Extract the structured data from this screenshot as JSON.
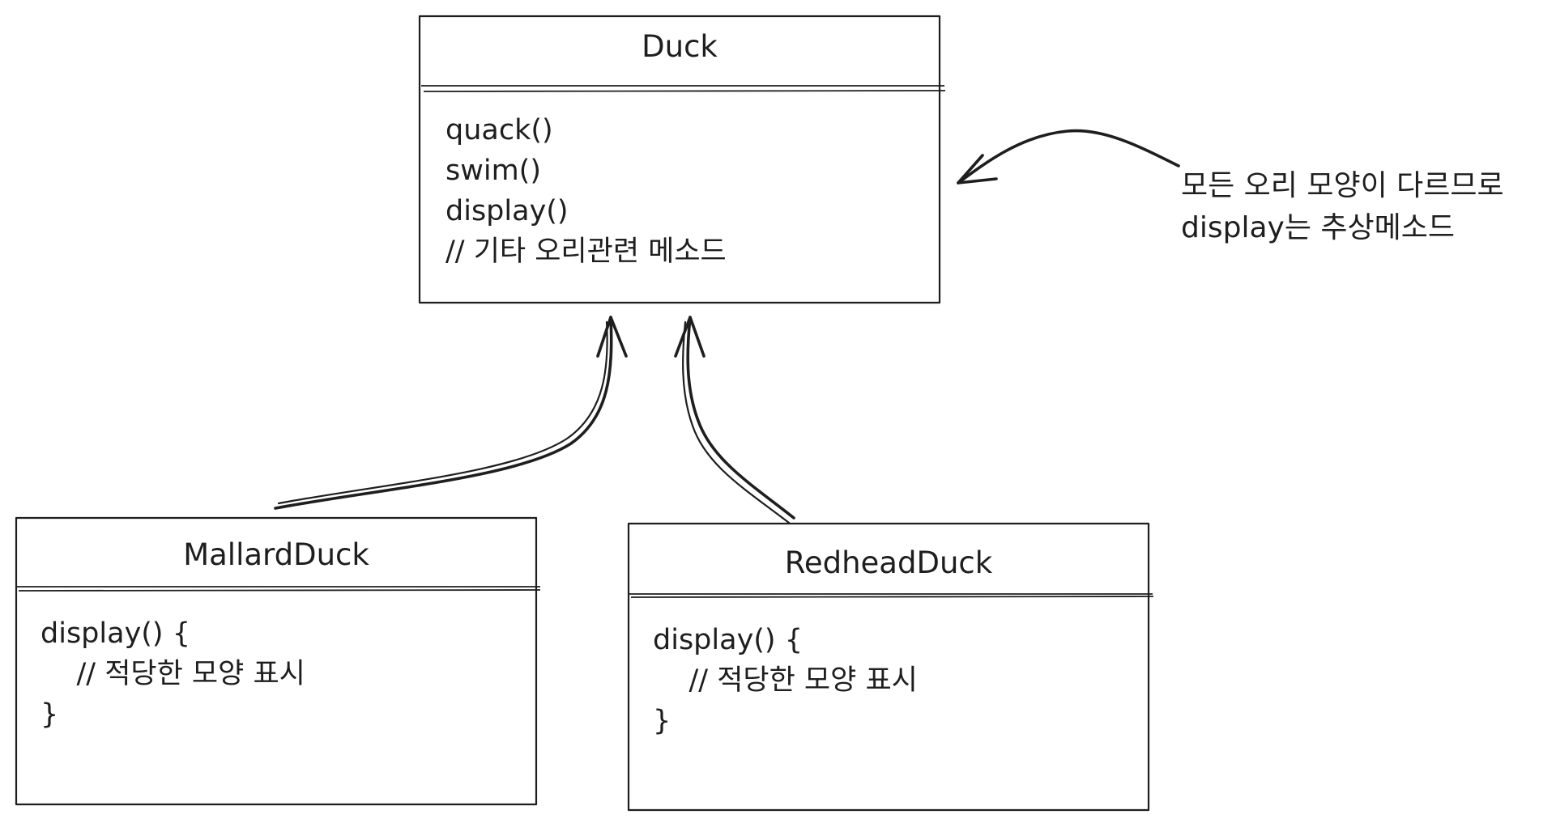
{
  "classes": {
    "duck": {
      "name": "Duck",
      "members": [
        "quack()",
        "swim()",
        "display()",
        "// 기타 오리관련 메소드"
      ]
    },
    "mallard": {
      "name": "MallardDuck",
      "members": [
        "display() {",
        "    // 적당한 모양 표시",
        "}"
      ]
    },
    "redhead": {
      "name": "RedheadDuck",
      "members": [
        "display() {",
        "    // 적당한 모양 표시",
        "}"
      ]
    }
  },
  "note": {
    "lines": [
      "모든 오리 모양이 다르므로",
      "display는 추상메소드"
    ]
  }
}
